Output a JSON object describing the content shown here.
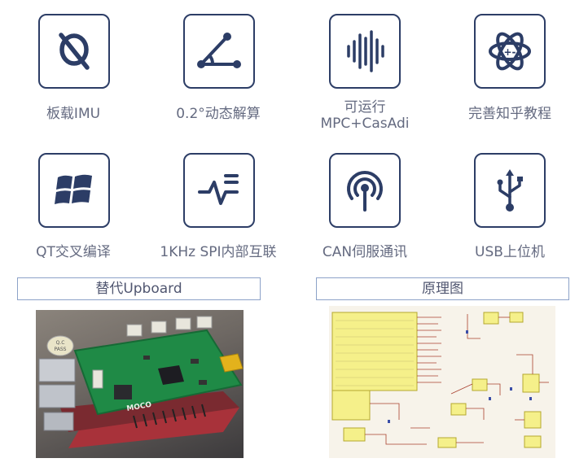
{
  "features": [
    {
      "icon": "gyroscope-icon",
      "label": "板载IMU"
    },
    {
      "icon": "angle-icon",
      "label": "0.2°动态解算"
    },
    {
      "icon": "waveform-icon",
      "label": "可运行\nMPC+CasAdi"
    },
    {
      "icon": "atom-icon",
      "label": "完善知乎教程"
    },
    {
      "icon": "windows-logo-icon",
      "label": "QT交叉编译"
    },
    {
      "icon": "signal-filter-icon",
      "label": "1KHz SPI内部互联"
    },
    {
      "icon": "antenna-icon",
      "label": "CAN伺服通讯"
    },
    {
      "icon": "usb-icon",
      "label": "USB上位机"
    }
  ],
  "sections": {
    "left_title": "替代Upboard",
    "right_title": "原理图"
  },
  "photo": {
    "board_brand": "MOCO",
    "qc_sticker": "Q.C\nPASS"
  },
  "colors": {
    "icon_stroke": "#2c3d66",
    "caption_text": "#646a80",
    "section_border": "#8ca2c8",
    "board_green": "#1f8a46",
    "schematic_yellow": "#f5f08a"
  }
}
